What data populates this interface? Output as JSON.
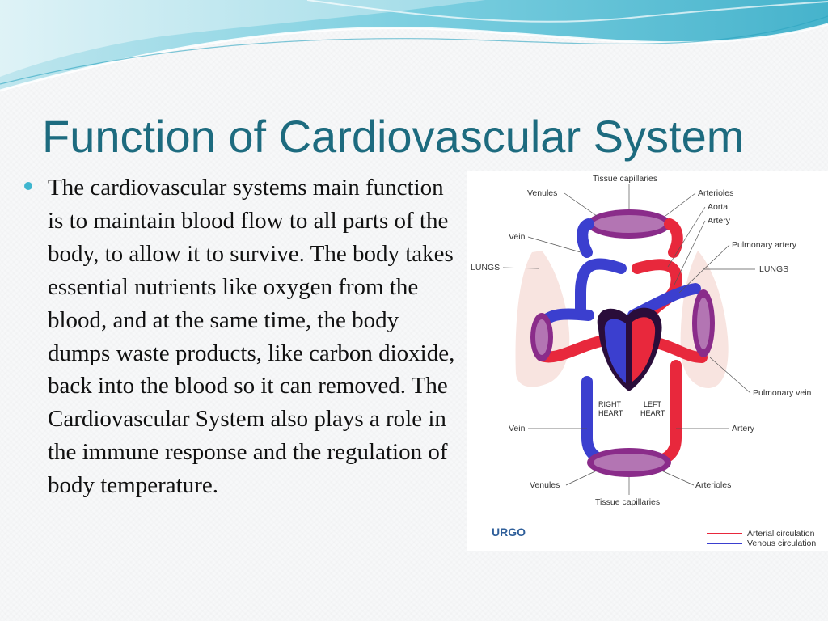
{
  "slide": {
    "title": "Function of Cardiovascular System",
    "body": "The cardiovascular systems main function is to maintain blood flow to all parts of the body, to allow it to survive. The body takes essential nutrients like oxygen from the blood, and at the same time, the body dumps waste products, like carbon dioxide, back into the blood so it can removed. The Cardiovascular System also plays a role in the immune response and the regulation of body temperature."
  },
  "diagram": {
    "labels": {
      "tissue_capillaries_top": "Tissue capillaries",
      "venules_top": "Venules",
      "arterioles_top": "Arterioles",
      "aorta": "Aorta",
      "artery_top": "Artery",
      "vein_top": "Vein",
      "pulmonary_artery": "Pulmonary artery",
      "lungs_left": "LUNGS",
      "lungs_right": "LUNGS",
      "right_heart_1": "RIGHT",
      "right_heart_2": "HEART",
      "left_heart_1": "LEFT",
      "left_heart_2": "HEART",
      "pulmonary_vein": "Pulmonary vein",
      "vein_bottom": "Vein",
      "artery_bottom": "Artery",
      "venules_bottom": "Venules",
      "arterioles_bottom": "Arterioles",
      "tissue_capillaries_bottom": "Tissue capillaries"
    },
    "logo": "URGO",
    "legend": [
      {
        "label": "Arterial circulation",
        "color": "#e8283c"
      },
      {
        "label": "Venous circulation",
        "color": "#3b3fcf"
      }
    ],
    "colors": {
      "arterial": "#e8283c",
      "venous": "#3b3fcf",
      "capillary": "#8a2c8a",
      "title": "#1d6b7f",
      "bullet": "#3fb6cf"
    }
  }
}
